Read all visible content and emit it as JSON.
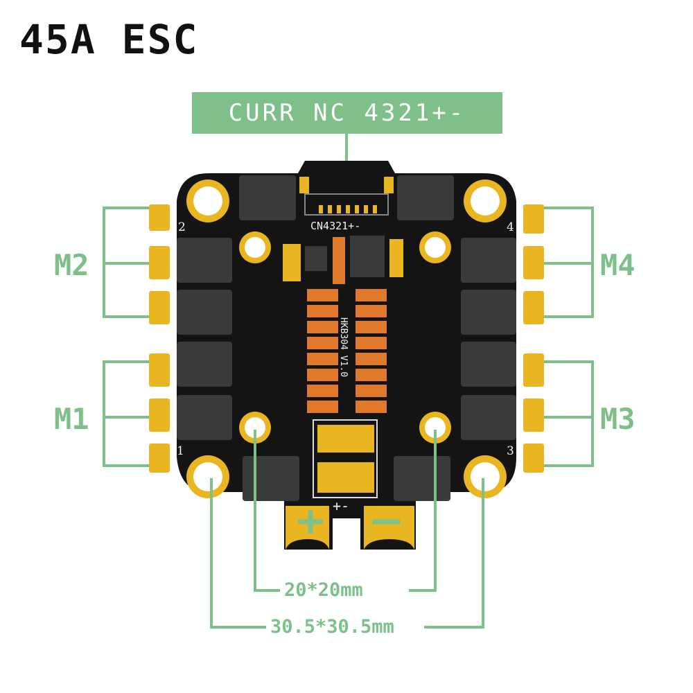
{
  "title": "45A ESC",
  "connector_label": "CURR NC 4321+-",
  "motors": {
    "m1": "M1",
    "m2": "M2",
    "m3": "M3",
    "m4": "M4"
  },
  "dimensions": {
    "inner": "20*20mm",
    "outer": "30.5*30.5mm"
  },
  "board": {
    "connector_silk": "CN4321+-",
    "board_id": "HKB304 V1.0",
    "power_silk": "+-",
    "pad_numbers": [
      "1",
      "2",
      "3",
      "4"
    ]
  },
  "colors": {
    "label_green": "#7fc08a",
    "board_black": "#141414",
    "pad_gold": "#e9b521",
    "mosfet_gray": "#3a3a3a",
    "capacitor_orange": "#e07a2a"
  }
}
